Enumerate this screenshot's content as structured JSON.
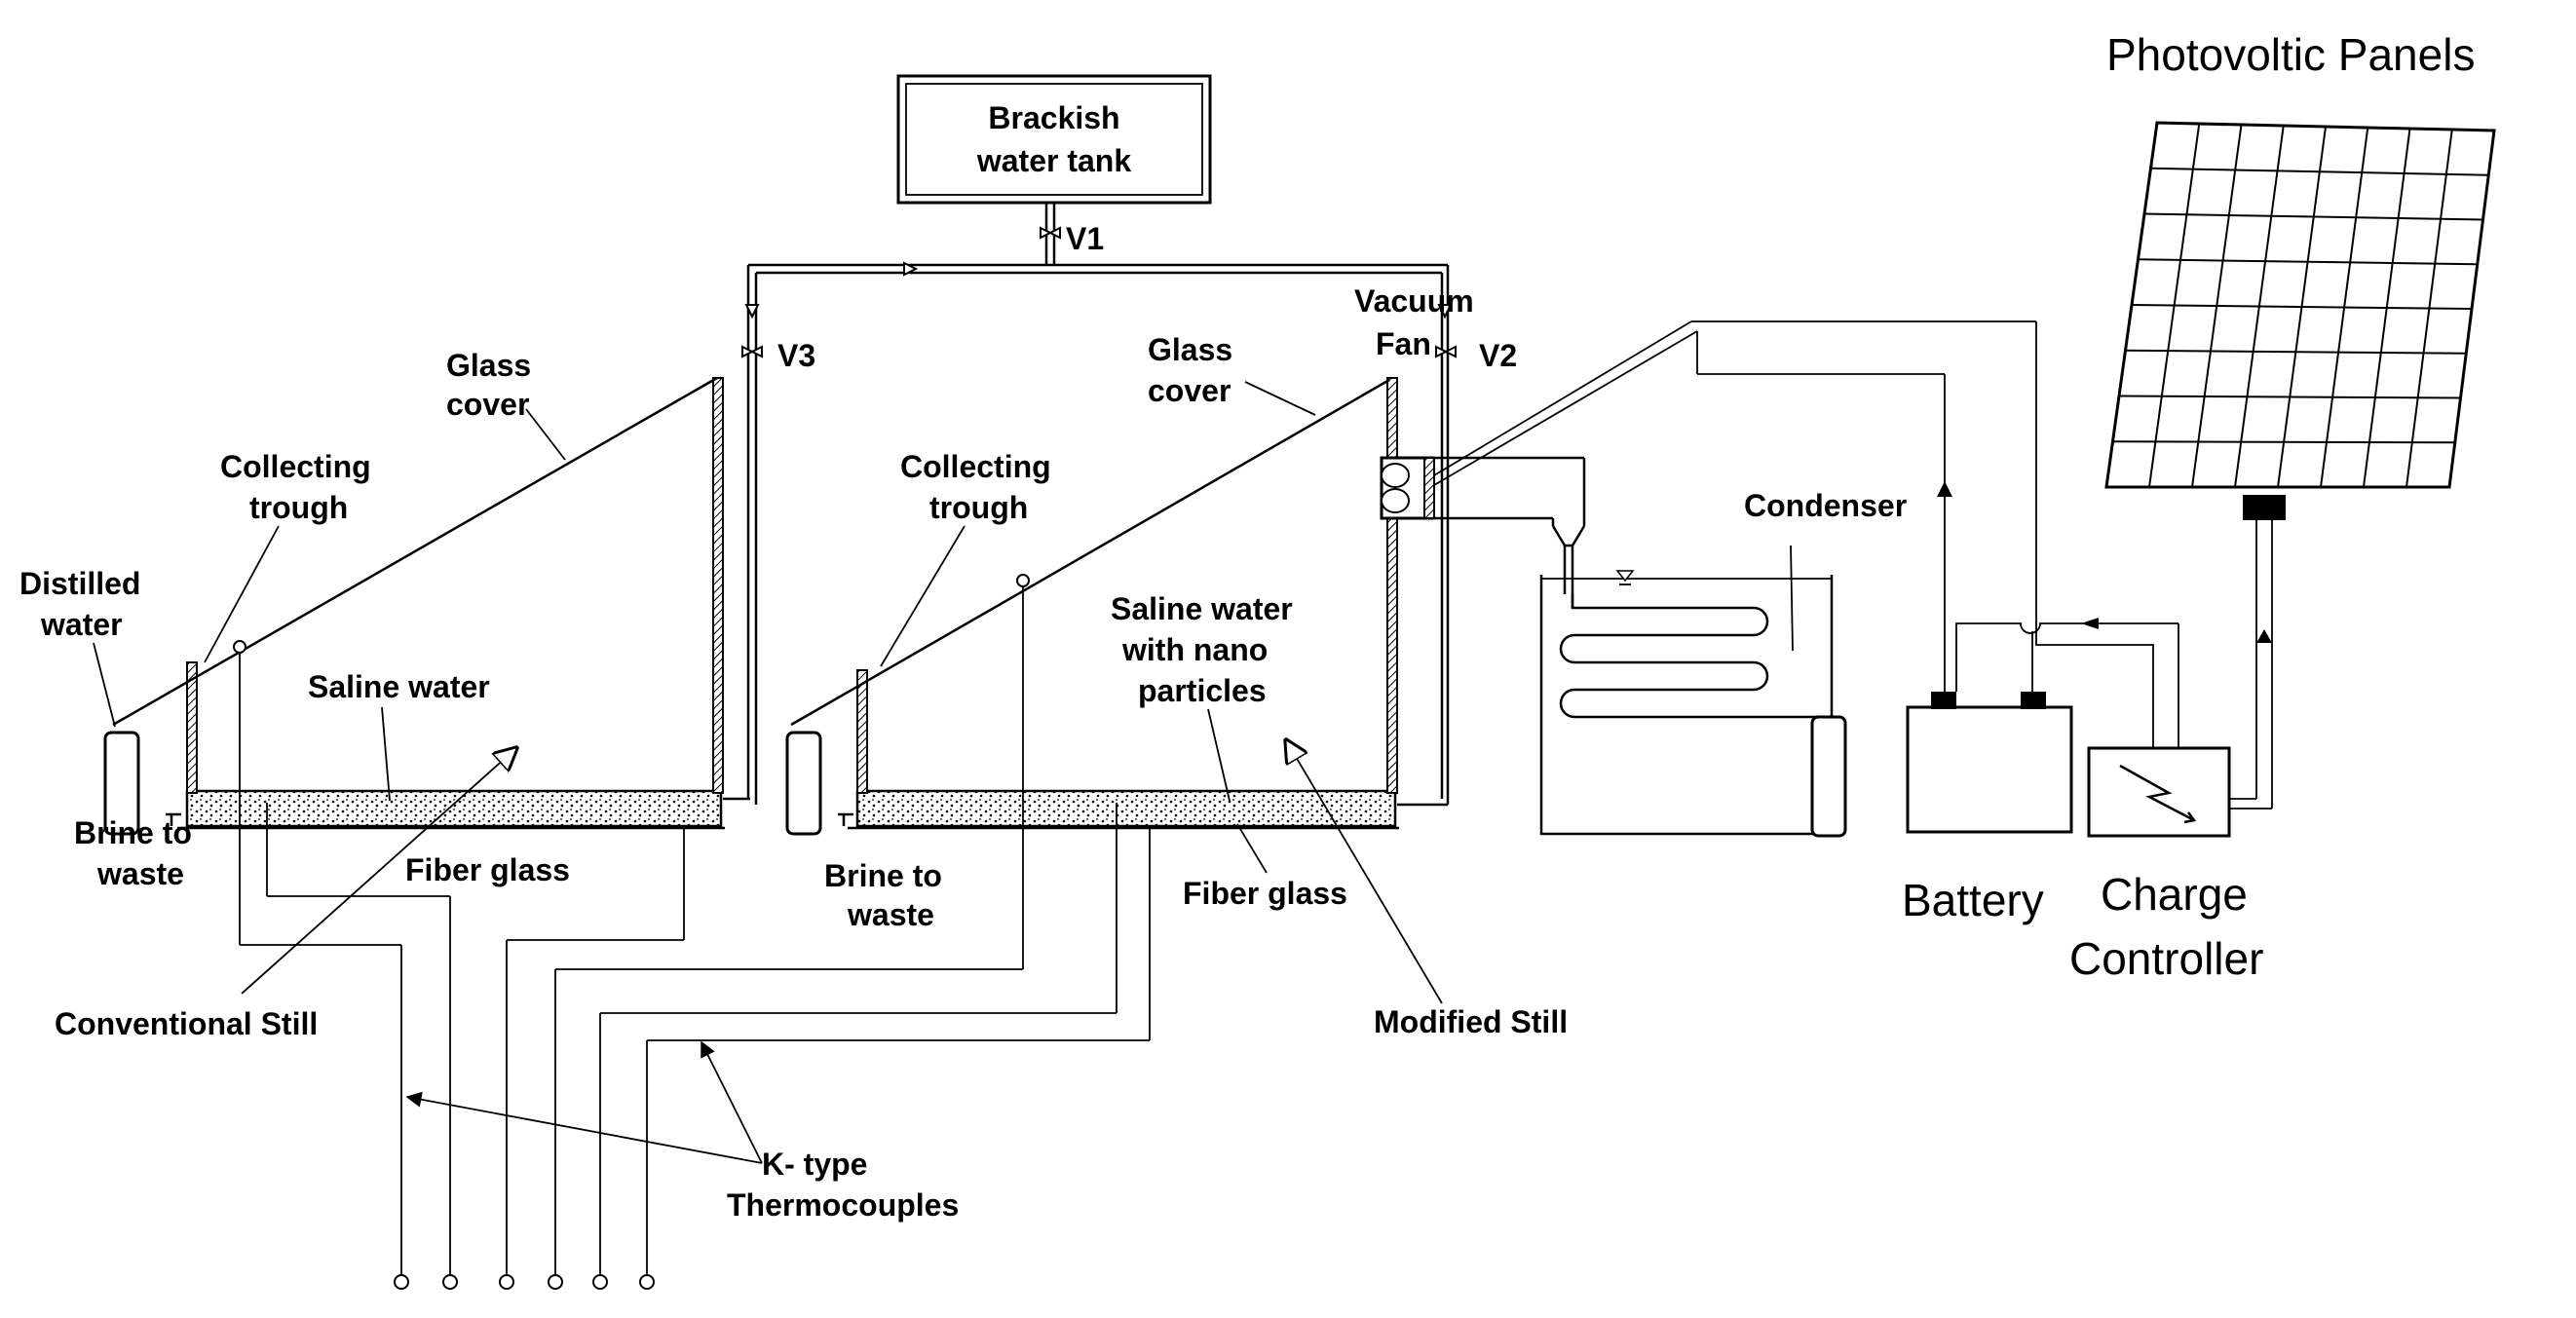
{
  "tank": {
    "line1": "Brackish",
    "line2": "water tank"
  },
  "valves": {
    "v1": "V1",
    "v2": "V2",
    "v3": "V3"
  },
  "conventional": {
    "glass_cover_1": "Glass",
    "glass_cover_2": "cover",
    "trough_1": "Collecting",
    "trough_2": "trough",
    "distilled_1": "Distilled",
    "distilled_2": "water",
    "saline": "Saline water",
    "brine_1": "Brine to",
    "brine_2": "waste",
    "fiber": "Fiber glass",
    "still_label": "Conventional Still"
  },
  "modified": {
    "glass_cover_1": "Glass",
    "glass_cover_2": "cover",
    "trough_1": "Collecting",
    "trough_2": "trough",
    "saline_1": "Saline water",
    "saline_2": "with nano",
    "saline_3": "particles",
    "brine_1": "Brine to",
    "brine_2": "waste",
    "fiber": "Fiber glass",
    "still_label": "Modified Still"
  },
  "fan": {
    "line1": "Vacuum",
    "line2": "Fan"
  },
  "condenser": "Condenser",
  "thermocouples": {
    "line1": "K- type",
    "line2": "Thermocouples"
  },
  "battery": "Battery",
  "controller": {
    "line1": "Charge",
    "line2": "Controller"
  },
  "pv": "Photovoltic Panels"
}
